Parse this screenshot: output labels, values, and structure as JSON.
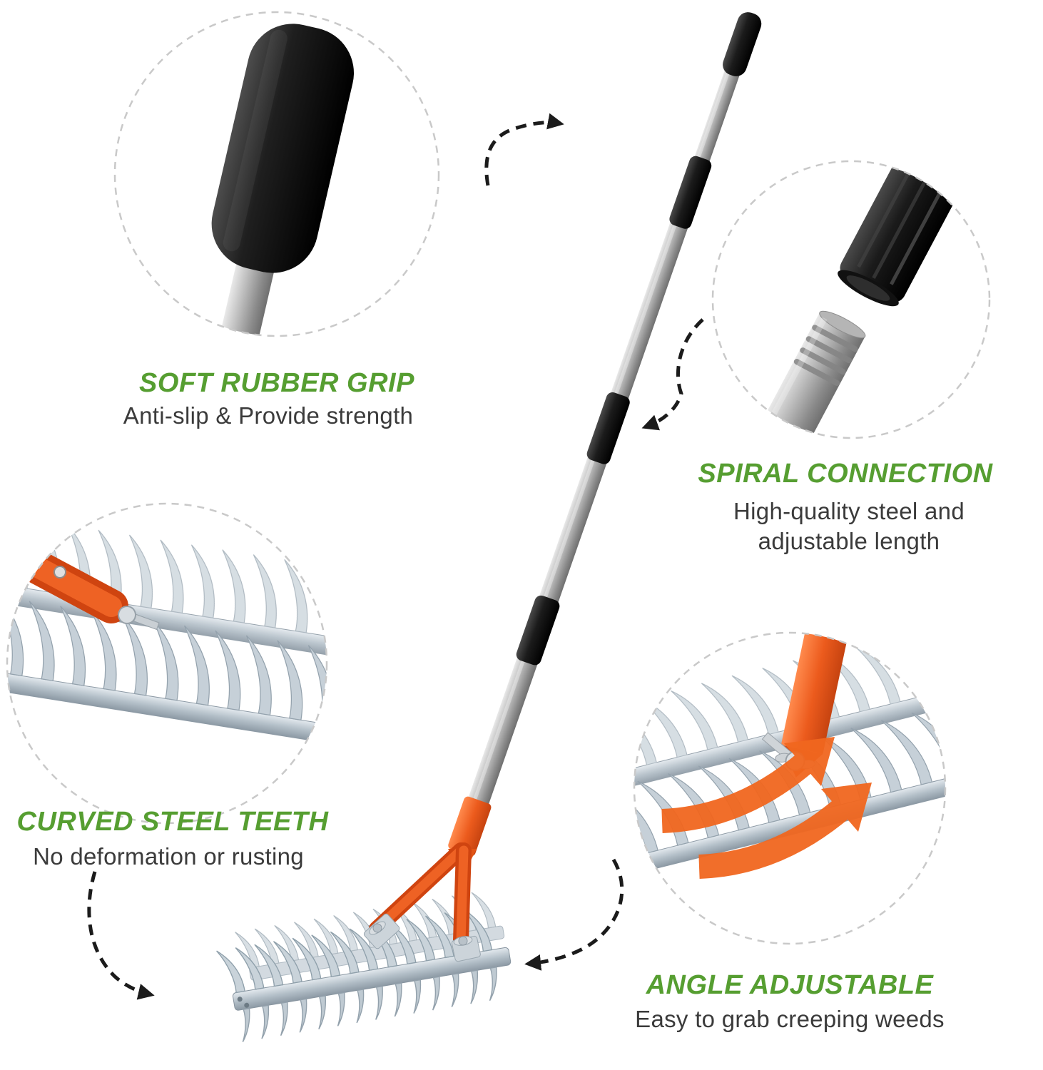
{
  "callouts": {
    "grip": {
      "title": "SOFT RUBBER GRIP",
      "subtitle": "Anti-slip & Provide strength"
    },
    "spiral": {
      "title": "SPIRAL CONNECTION",
      "subtitle_line1": "High-quality steel and",
      "subtitle_line2": "adjustable length"
    },
    "teeth": {
      "title": "CURVED STEEL TEETH",
      "subtitle": "No deformation or rusting"
    },
    "angle": {
      "title": "ANGLE ADJUSTABLE",
      "subtitle": "Easy to grab creeping weeds"
    }
  },
  "icons": {
    "callout_arrow": "dashed-curved-arrow",
    "adjust_arrow": "orange-direction-arrow"
  },
  "colors": {
    "accent_green": "#569e31",
    "text_dark": "#3b3b3b",
    "orange": "#eb5a1d",
    "steel_teeth": "#c6d0d8",
    "pole_silver": "#ababab",
    "grip_black": "#141414",
    "circle_dash": "#c9c9c9"
  }
}
